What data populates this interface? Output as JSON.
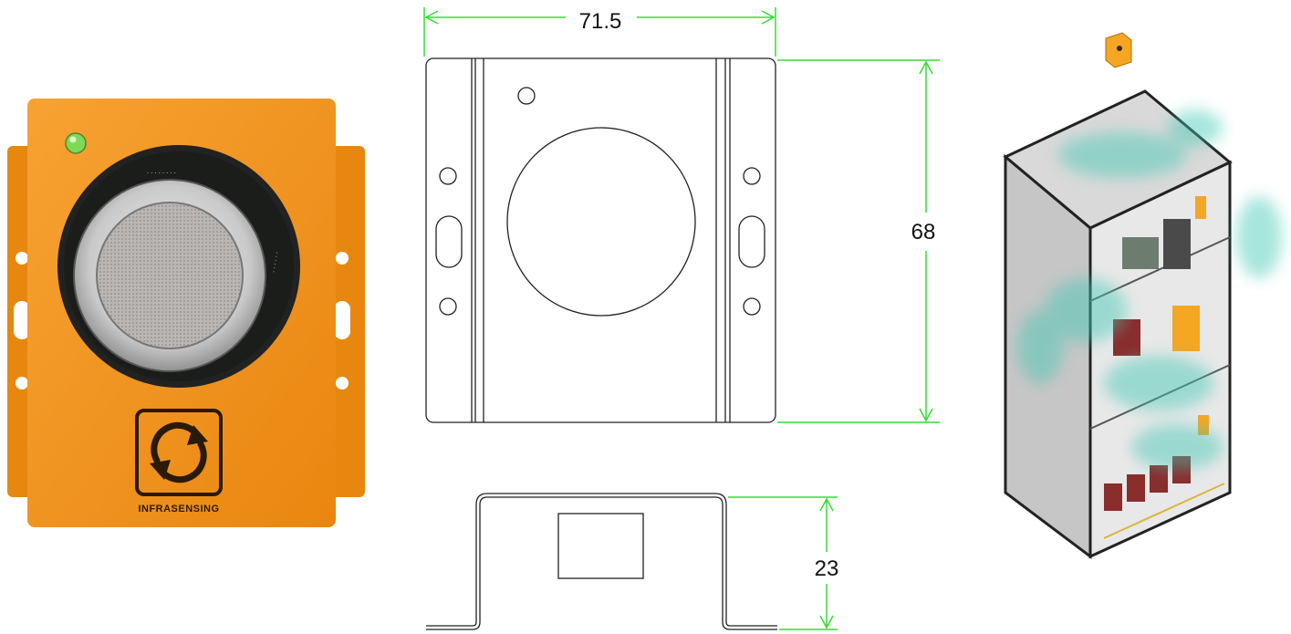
{
  "device": {
    "brand": "INFRASENSING",
    "body_color": "#F5931E",
    "led_color": "#7ED957",
    "logo_icon": "refresh-arrows-icon"
  },
  "drawing": {
    "width_dim": "71.5",
    "height_dim": "68",
    "depth_dim": "23",
    "dim_line_color": "#33DD33"
  },
  "cabinet": {
    "airflow_color": "#3CC8B4",
    "sensor_color": "#F5A623"
  }
}
